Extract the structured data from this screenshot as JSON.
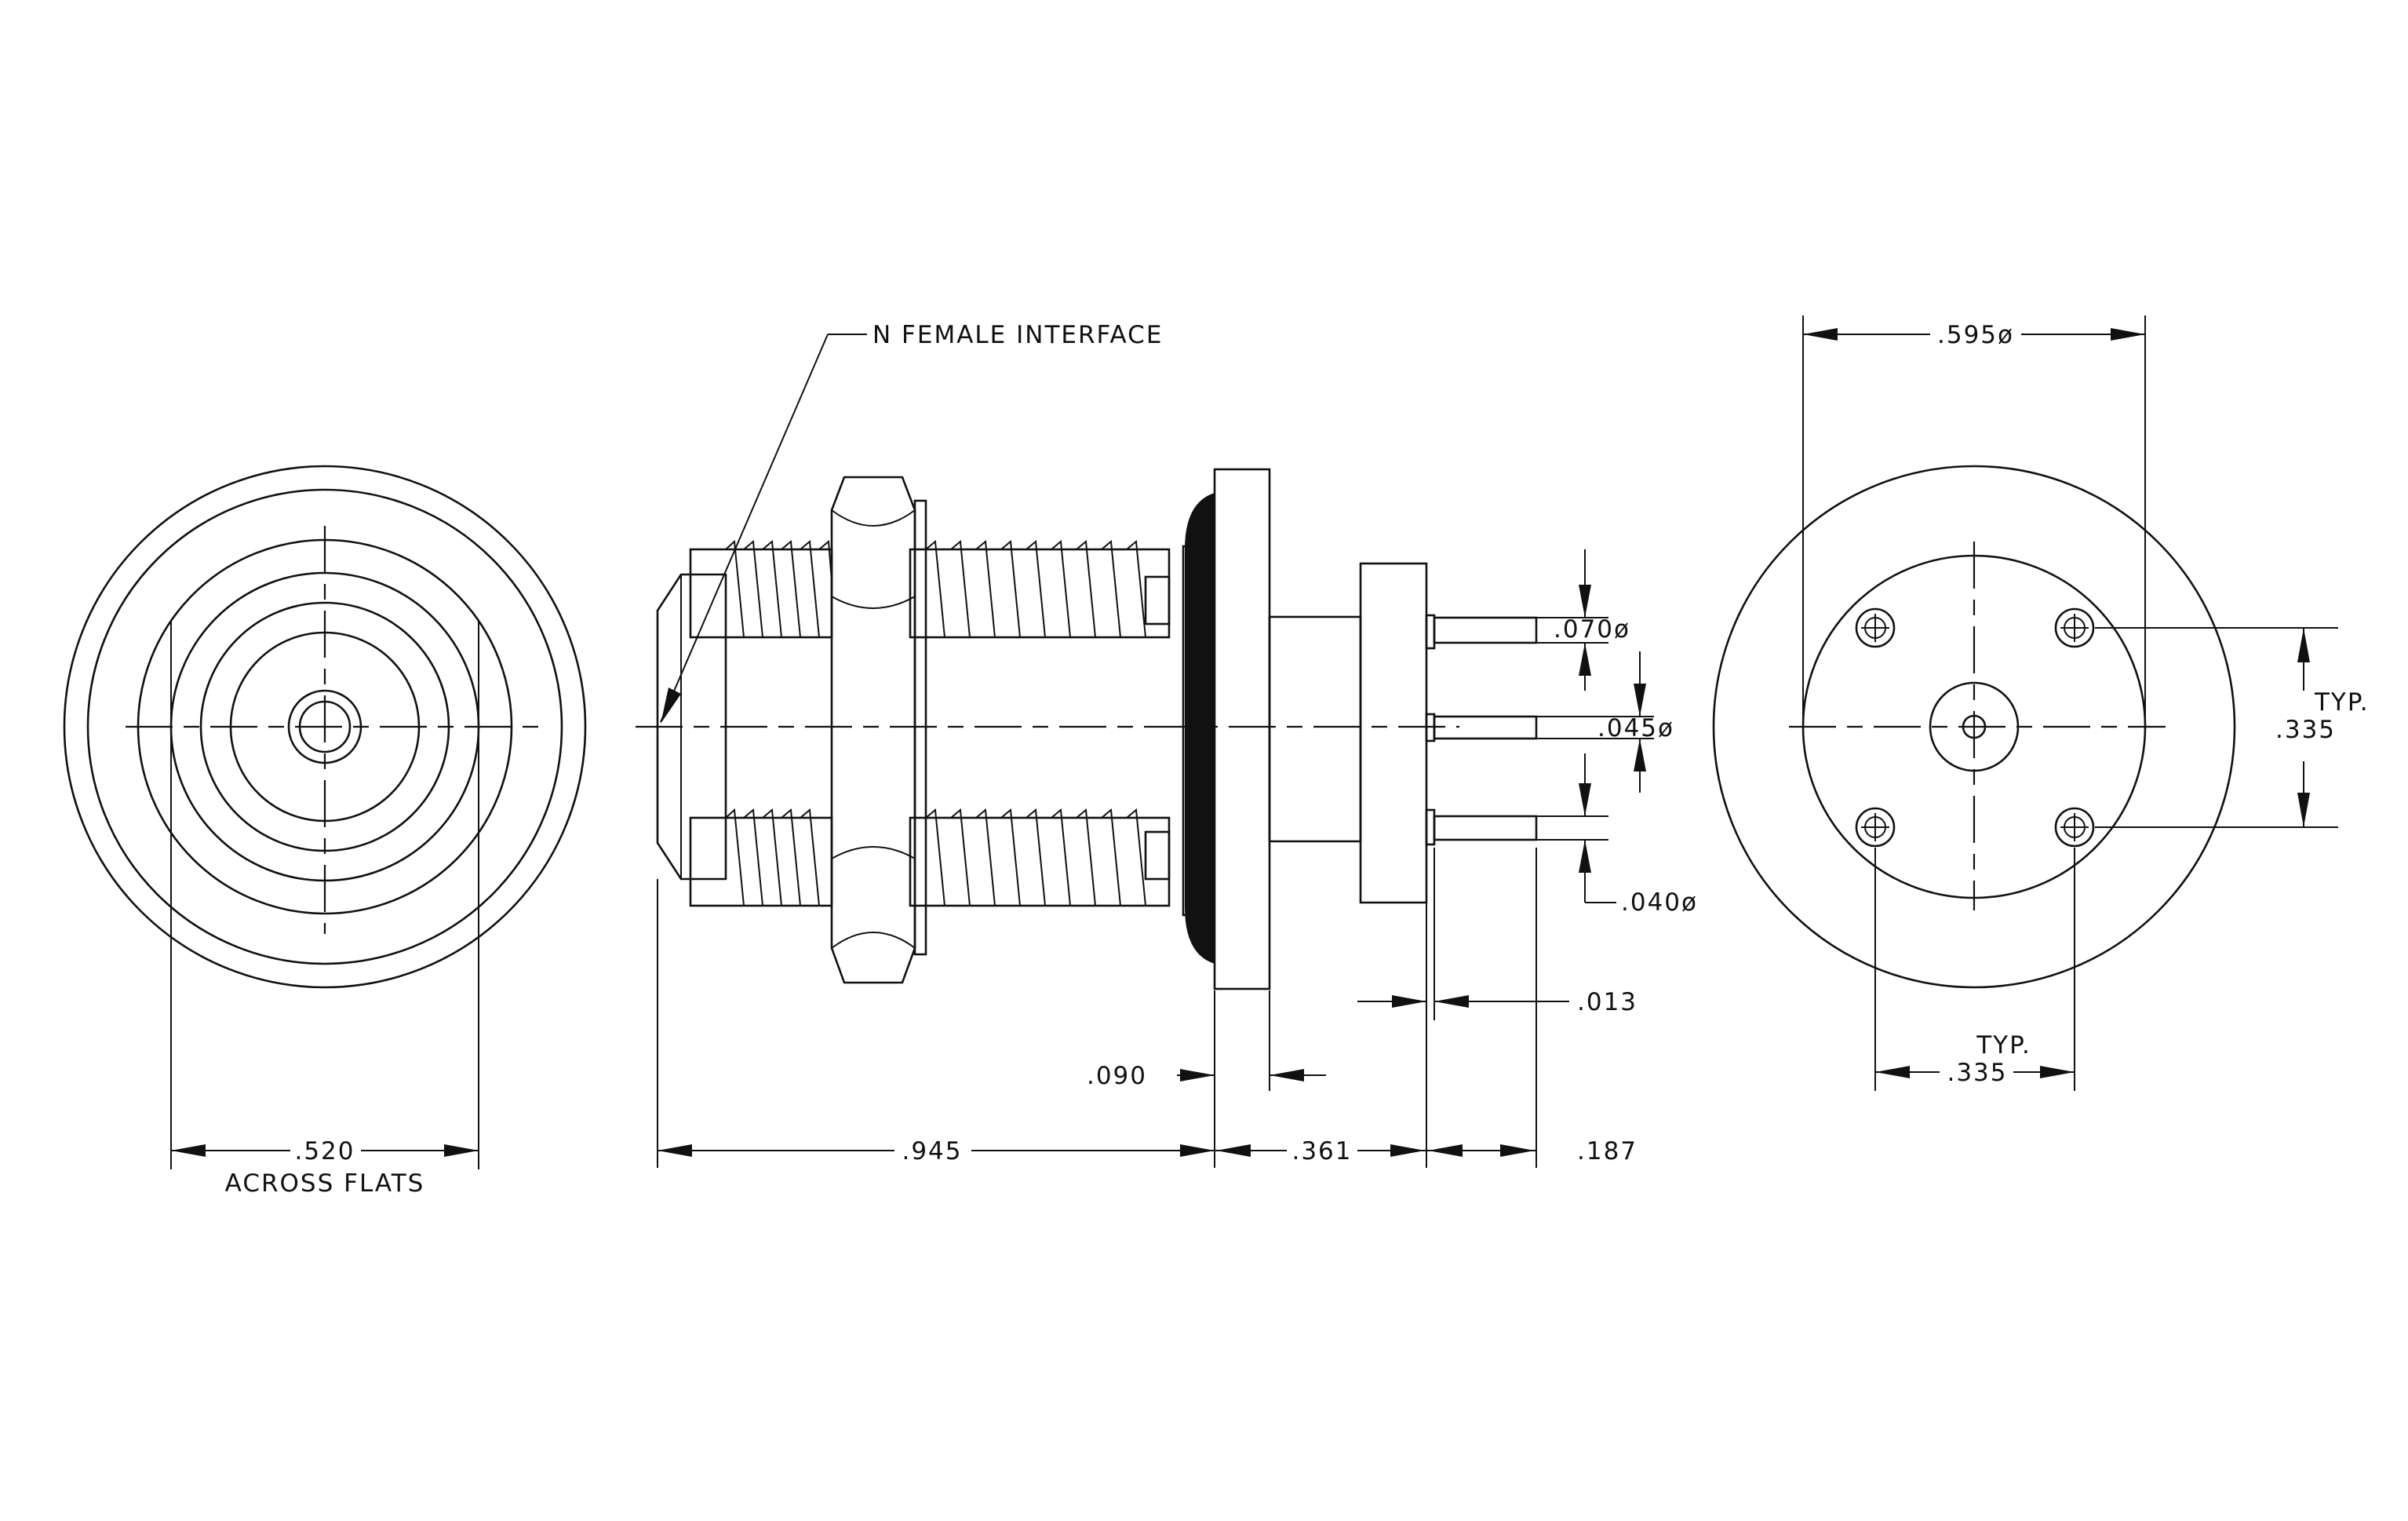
{
  "annotations": {
    "interface_callout": "N FEMALE INTERFACE",
    "across_flats_value": ".520",
    "across_flats_label": "ACROSS FLATS",
    "overall_length": ".945",
    "flange_offset": ".090",
    "body_length": ".361",
    "pin_protrusion": ".187",
    "pin_standoff": ".013",
    "pin_dia_top": ".070ø",
    "pin_dia_center": ".045ø",
    "pin_dia_bottom": ".040ø",
    "flange_dia": ".595ø",
    "pattern_vertical": ".335",
    "pattern_vertical_note": "TYP.",
    "pattern_horizontal": ".335",
    "pattern_horizontal_note": "TYP."
  }
}
